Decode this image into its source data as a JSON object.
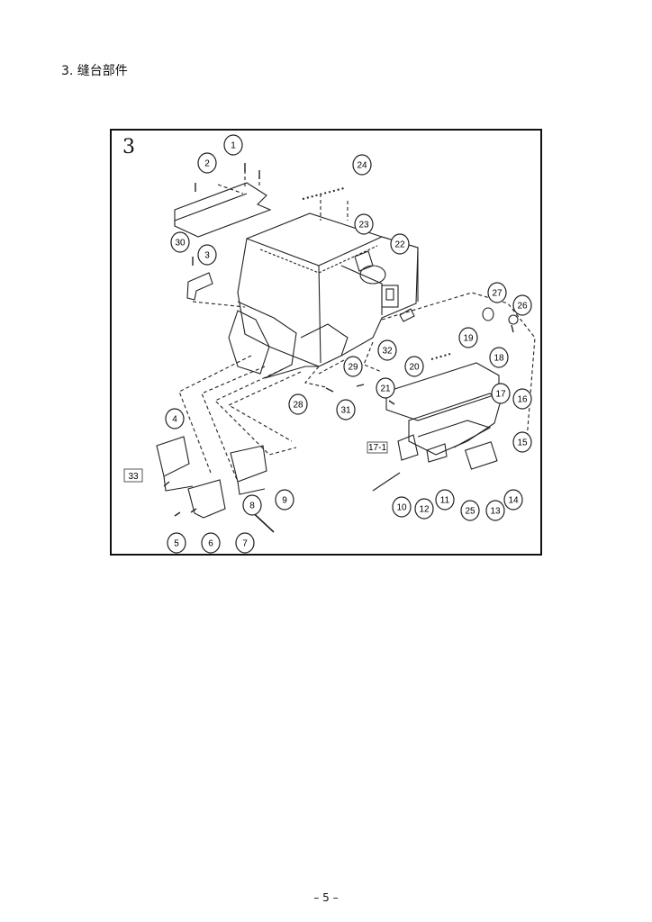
{
  "heading": "3. 缝台部件",
  "figure": {
    "number": "3",
    "callouts": [
      {
        "id": "1",
        "label": "1"
      },
      {
        "id": "2",
        "label": "2"
      },
      {
        "id": "3",
        "label": "3"
      },
      {
        "id": "4",
        "label": "4"
      },
      {
        "id": "5",
        "label": "5"
      },
      {
        "id": "6",
        "label": "6"
      },
      {
        "id": "7",
        "label": "7"
      },
      {
        "id": "8",
        "label": "8"
      },
      {
        "id": "9",
        "label": "9"
      },
      {
        "id": "10",
        "label": "10"
      },
      {
        "id": "11",
        "label": "11"
      },
      {
        "id": "12",
        "label": "12"
      },
      {
        "id": "13",
        "label": "13"
      },
      {
        "id": "14",
        "label": "14"
      },
      {
        "id": "15",
        "label": "15"
      },
      {
        "id": "16",
        "label": "16"
      },
      {
        "id": "17",
        "label": "17"
      },
      {
        "id": "18",
        "label": "18"
      },
      {
        "id": "19",
        "label": "19"
      },
      {
        "id": "20",
        "label": "20"
      },
      {
        "id": "21",
        "label": "21"
      },
      {
        "id": "22",
        "label": "22"
      },
      {
        "id": "23",
        "label": "23"
      },
      {
        "id": "24",
        "label": "24"
      },
      {
        "id": "25",
        "label": "25"
      },
      {
        "id": "26",
        "label": "26"
      },
      {
        "id": "27",
        "label": "27"
      },
      {
        "id": "28",
        "label": "28"
      },
      {
        "id": "29",
        "label": "29"
      },
      {
        "id": "30",
        "label": "30"
      },
      {
        "id": "31",
        "label": "31"
      },
      {
        "id": "32",
        "label": "32"
      }
    ],
    "boxed_labels": [
      {
        "id": "33",
        "label": "33"
      },
      {
        "id": "17-1",
        "label": "17-1"
      }
    ]
  },
  "footer": "– 5 –"
}
